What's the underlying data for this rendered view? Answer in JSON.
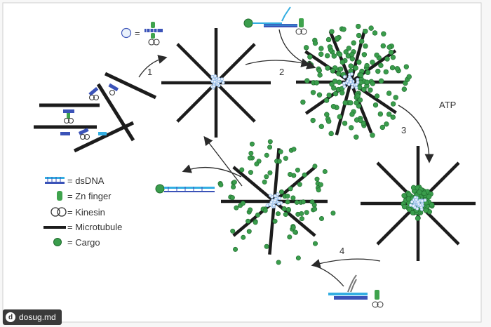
{
  "labels": {
    "step1": "1",
    "step2": "2",
    "step3": "3",
    "step4": "4",
    "atp": "ATP"
  },
  "legend": {
    "dsdna": "= dsDNA",
    "zn_finger": "= Zn finger",
    "kinesin": "= Kinesin",
    "microtubule": "= Microtubule",
    "cargo": "= Cargo",
    "equals": "="
  },
  "colors": {
    "microtubule": "#1c1c1c",
    "cargo": "#3a9d4c",
    "cargo_edge": "#1f6a2e",
    "dna_blue": "#3b53b8",
    "dna_cyan": "#33aee2",
    "zn_green": "#3fa34d",
    "arrow": "#2a2a2a",
    "nucleus": "#8fb7e6"
  },
  "watermark": {
    "text": "dosug.md",
    "icon": "logo-icon"
  }
}
